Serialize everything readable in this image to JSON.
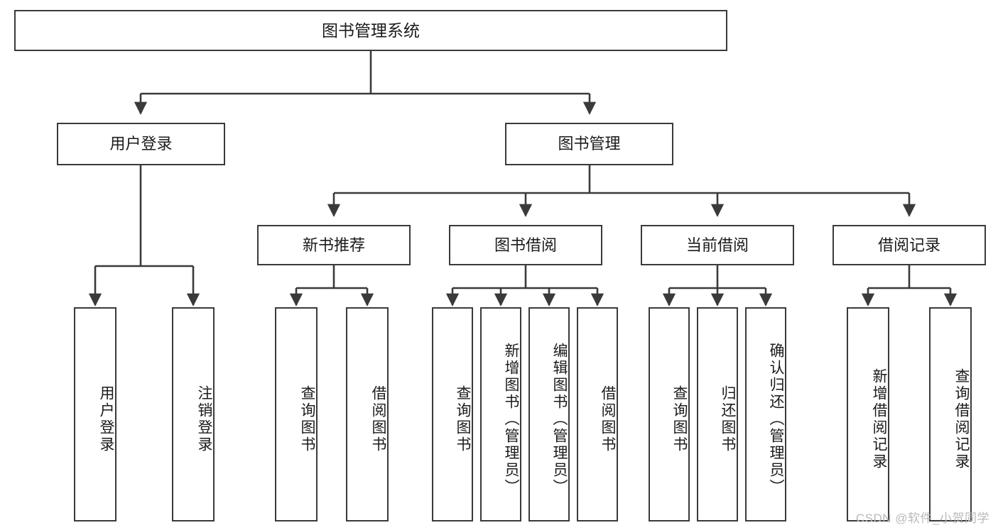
{
  "diagram": {
    "title": "图书管理系统",
    "type": "tree",
    "watermark": "CSDN @软件_小贺同学",
    "root": {
      "label": "图书管理系统"
    },
    "level1": [
      {
        "label": "用户登录"
      },
      {
        "label": "图书管理"
      }
    ],
    "level2": [
      {
        "label": "新书推荐"
      },
      {
        "label": "图书借阅"
      },
      {
        "label": "当前借阅"
      },
      {
        "label": "借阅记录"
      }
    ],
    "leaves": {
      "user_login": [
        {
          "label": "用户登录"
        },
        {
          "label": "注销登录"
        }
      ],
      "new_books": [
        {
          "label": "查询图书"
        },
        {
          "label": "借阅图书"
        }
      ],
      "book_borrow": [
        {
          "label": "查询图书"
        },
        {
          "label": "新增图书（管理员）"
        },
        {
          "label": "编辑图书（管理员）"
        },
        {
          "label": "借阅图书"
        }
      ],
      "current_borrow": [
        {
          "label": "查询图书"
        },
        {
          "label": "归还图书"
        },
        {
          "label": "确认归还（管理员）"
        }
      ],
      "borrow_records": [
        {
          "label": "新增借阅记录"
        },
        {
          "label": "查询借阅记录"
        }
      ]
    },
    "colors": {
      "stroke": "#3a3a3a",
      "fill": "#ffffff",
      "text": "#1b1b1b",
      "watermark": "#b9b9b9"
    }
  }
}
